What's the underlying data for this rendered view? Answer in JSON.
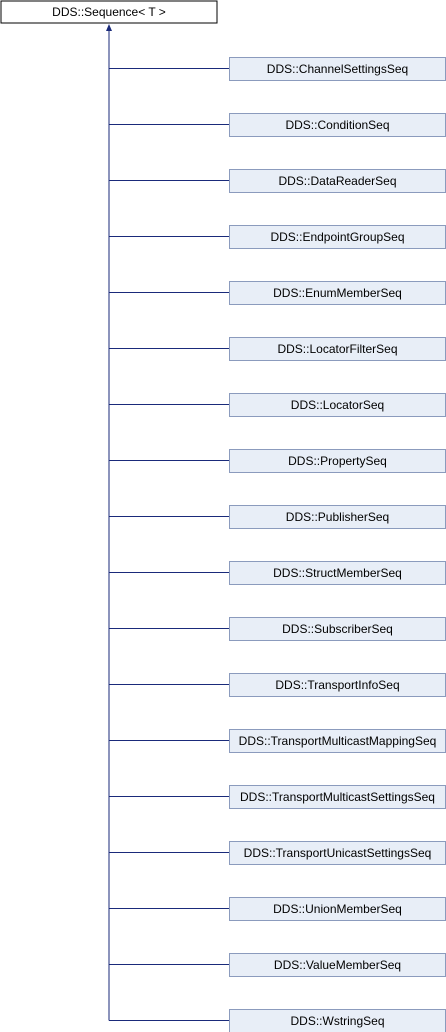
{
  "diagram": {
    "base_class": "DDS::Sequence< T >",
    "derived_classes": [
      "DDS::ChannelSettingsSeq",
      "DDS::ConditionSeq",
      "DDS::DataReaderSeq",
      "DDS::EndpointGroupSeq",
      "DDS::EnumMemberSeq",
      "DDS::LocatorFilterSeq",
      "DDS::LocatorSeq",
      "DDS::PropertySeq",
      "DDS::PublisherSeq",
      "DDS::StructMemberSeq",
      "DDS::SubscriberSeq",
      "DDS::TransportInfoSeq",
      "DDS::TransportMulticastMappingSeq",
      "DDS::TransportMulticastSettingsSeq",
      "DDS::TransportUnicastSettingsSeq",
      "DDS::UnionMemberSeq",
      "DDS::ValueMemberSeq",
      "DDS::WstringSeq"
    ],
    "colors": {
      "base_fill": "#ffffff",
      "base_border": "#000000",
      "child_fill": "#e8eef7",
      "child_border": "#8b9bbd",
      "edge": "#1a2a7a"
    }
  }
}
